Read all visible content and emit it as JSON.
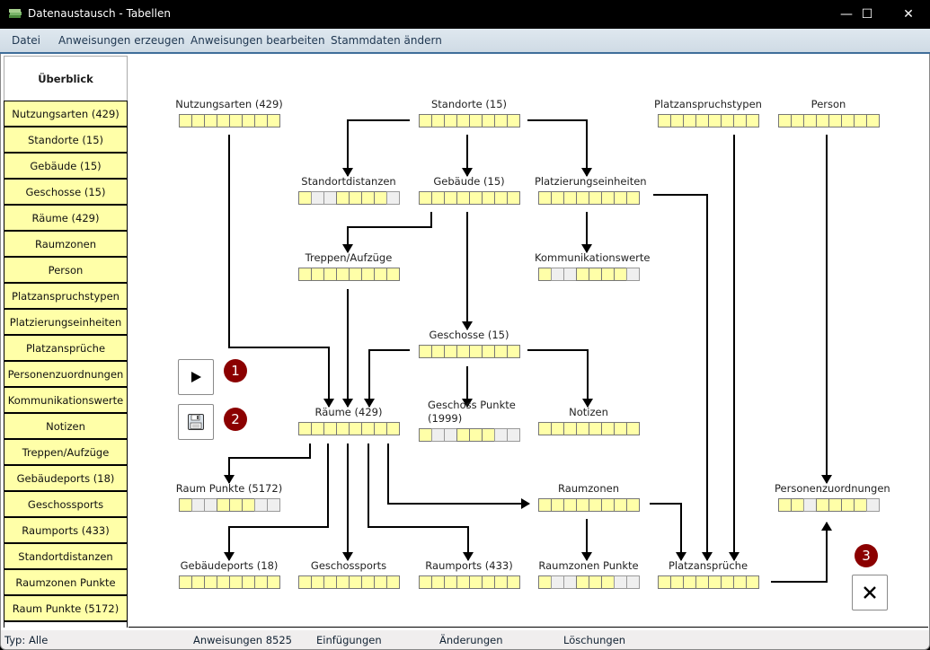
{
  "window": {
    "title": "Datenaustausch - Tabellen",
    "controls": {
      "minimize": "—",
      "maximize": "☐",
      "close": "✕"
    }
  },
  "menu": {
    "items": [
      "Datei",
      "Anweisungen erzeugen",
      "Anweisungen bearbeiten",
      "Stammdaten ändern"
    ]
  },
  "overview_tab": "Überblick",
  "sidebar": {
    "items": [
      "Nutzungsarten (429)",
      "Standorte (15)",
      "Gebäude (15)",
      "Geschosse (15)",
      "Räume (429)",
      "Raumzonen",
      "Person",
      "Platzanspruchstypen",
      "Platzierungseinheiten",
      "Platzansprüche",
      "Personenzuordnungen",
      "Kommunikationswerte",
      "Notizen",
      "Treppen/Aufzüge",
      "Gebäudeports (18)",
      "Geschossports",
      "Raumports (433)",
      "Standortdistanzen",
      "Raumzonen Punkte",
      "Raum Punkte (5172)"
    ]
  },
  "diagram": {
    "cell_colors": {
      "filled": "#ffffa8",
      "empty": "#efefef"
    },
    "nodes": [
      {
        "id": "nutzungsarten",
        "label": "Nutzungsarten (429)",
        "cells": "YYYYYYYY"
      },
      {
        "id": "standorte",
        "label": "Standorte (15)",
        "cells": "YYYYYYYY"
      },
      {
        "id": "platzanspruchstypen",
        "label": "Platzanspruchstypen",
        "cells": "YYYYYYYY"
      },
      {
        "id": "person",
        "label": "Person",
        "cells": "YYYYYYYY"
      },
      {
        "id": "standortdistanzen",
        "label": "Standortdistanzen",
        "cells": "YGGYYYYG"
      },
      {
        "id": "gebaeude",
        "label": "Gebäude (15)",
        "cells": "YYYYYYYY"
      },
      {
        "id": "platzierungseinheiten",
        "label": "Platzierungseinheiten",
        "cells": "YYYYYYYY"
      },
      {
        "id": "treppen",
        "label": "Treppen/Aufzüge",
        "cells": "YYYYYYYY"
      },
      {
        "id": "kommunikationswerte",
        "label": "Kommunikationswerte",
        "cells": "YGGYYYYG"
      },
      {
        "id": "geschosse",
        "label": "Geschosse (15)",
        "cells": "YYYYYYYY"
      },
      {
        "id": "raeume",
        "label": "Räume (429)",
        "cells": "YYYYYYYY"
      },
      {
        "id": "geschosspunkte",
        "label": "Geschoss Punkte\n(1999)",
        "cells": "YGGYYYGG"
      },
      {
        "id": "notizen",
        "label": "Notizen",
        "cells": "YYYYYYYY"
      },
      {
        "id": "raumpunkte",
        "label": "Raum Punkte (5172)",
        "cells": "YGGYYYGG"
      },
      {
        "id": "raumzonen",
        "label": "Raumzonen",
        "cells": "YYYYYYYY"
      },
      {
        "id": "personenzuordnungen",
        "label": "Personenzuordnungen",
        "cells": "YYGYYYYG"
      },
      {
        "id": "gebaeudeports",
        "label": "Gebäudeports (18)",
        "cells": "YYYYYYYY"
      },
      {
        "id": "geschossports",
        "label": "Geschossports",
        "cells": "YYYYYYYY"
      },
      {
        "id": "raumports",
        "label": "Raumports (433)",
        "cells": "YYYYYYYY"
      },
      {
        "id": "raumzonenpunkte",
        "label": "Raumzonen Punkte",
        "cells": "YGGYYYGG"
      },
      {
        "id": "platzansprueche",
        "label": "Platzansprüche",
        "cells": "YYYYYYYY"
      }
    ],
    "edges": [
      [
        "standorte",
        "standortdistanzen"
      ],
      [
        "standorte",
        "gebaeude"
      ],
      [
        "standorte",
        "platzierungseinheiten"
      ],
      [
        "gebaeude",
        "treppen"
      ],
      [
        "gebaeude",
        "geschosse"
      ],
      [
        "platzierungseinheiten",
        "kommunikationswerte"
      ],
      [
        "platzierungseinheiten",
        "platzansprueche"
      ],
      [
        "nutzungsarten",
        "raeume"
      ],
      [
        "treppen",
        "raeume"
      ],
      [
        "geschosse",
        "raeume"
      ],
      [
        "geschosse",
        "geschosspunkte"
      ],
      [
        "geschosse",
        "notizen"
      ],
      [
        "raeume",
        "raumpunkte"
      ],
      [
        "raeume",
        "gebaeudeports"
      ],
      [
        "raeume",
        "geschossports"
      ],
      [
        "raeume",
        "raumports"
      ],
      [
        "raeume",
        "raumzonen"
      ],
      [
        "raumzonen",
        "raumzonenpunkte"
      ],
      [
        "raumzonen",
        "platzansprueche"
      ],
      [
        "platzanspruchstypen",
        "platzansprueche"
      ],
      [
        "person",
        "personenzuordnungen"
      ],
      [
        "platzansprueche",
        "personenzuordnungen"
      ]
    ]
  },
  "actions": [
    {
      "name": "run-button",
      "icon": "play-icon",
      "badge": "1"
    },
    {
      "name": "save-button",
      "icon": "floppy-disk-icon",
      "badge": "2"
    },
    {
      "name": "close-diagram-button",
      "icon": "close-icon",
      "badge": "3"
    }
  ],
  "status": {
    "typ_label": "Typ:",
    "typ_value": "Alle",
    "anweisungen": "Anweisungen 8525",
    "einfuegungen": "Einfügungen",
    "aenderungen": "Änderungen",
    "loeschungen": "Löschungen"
  }
}
